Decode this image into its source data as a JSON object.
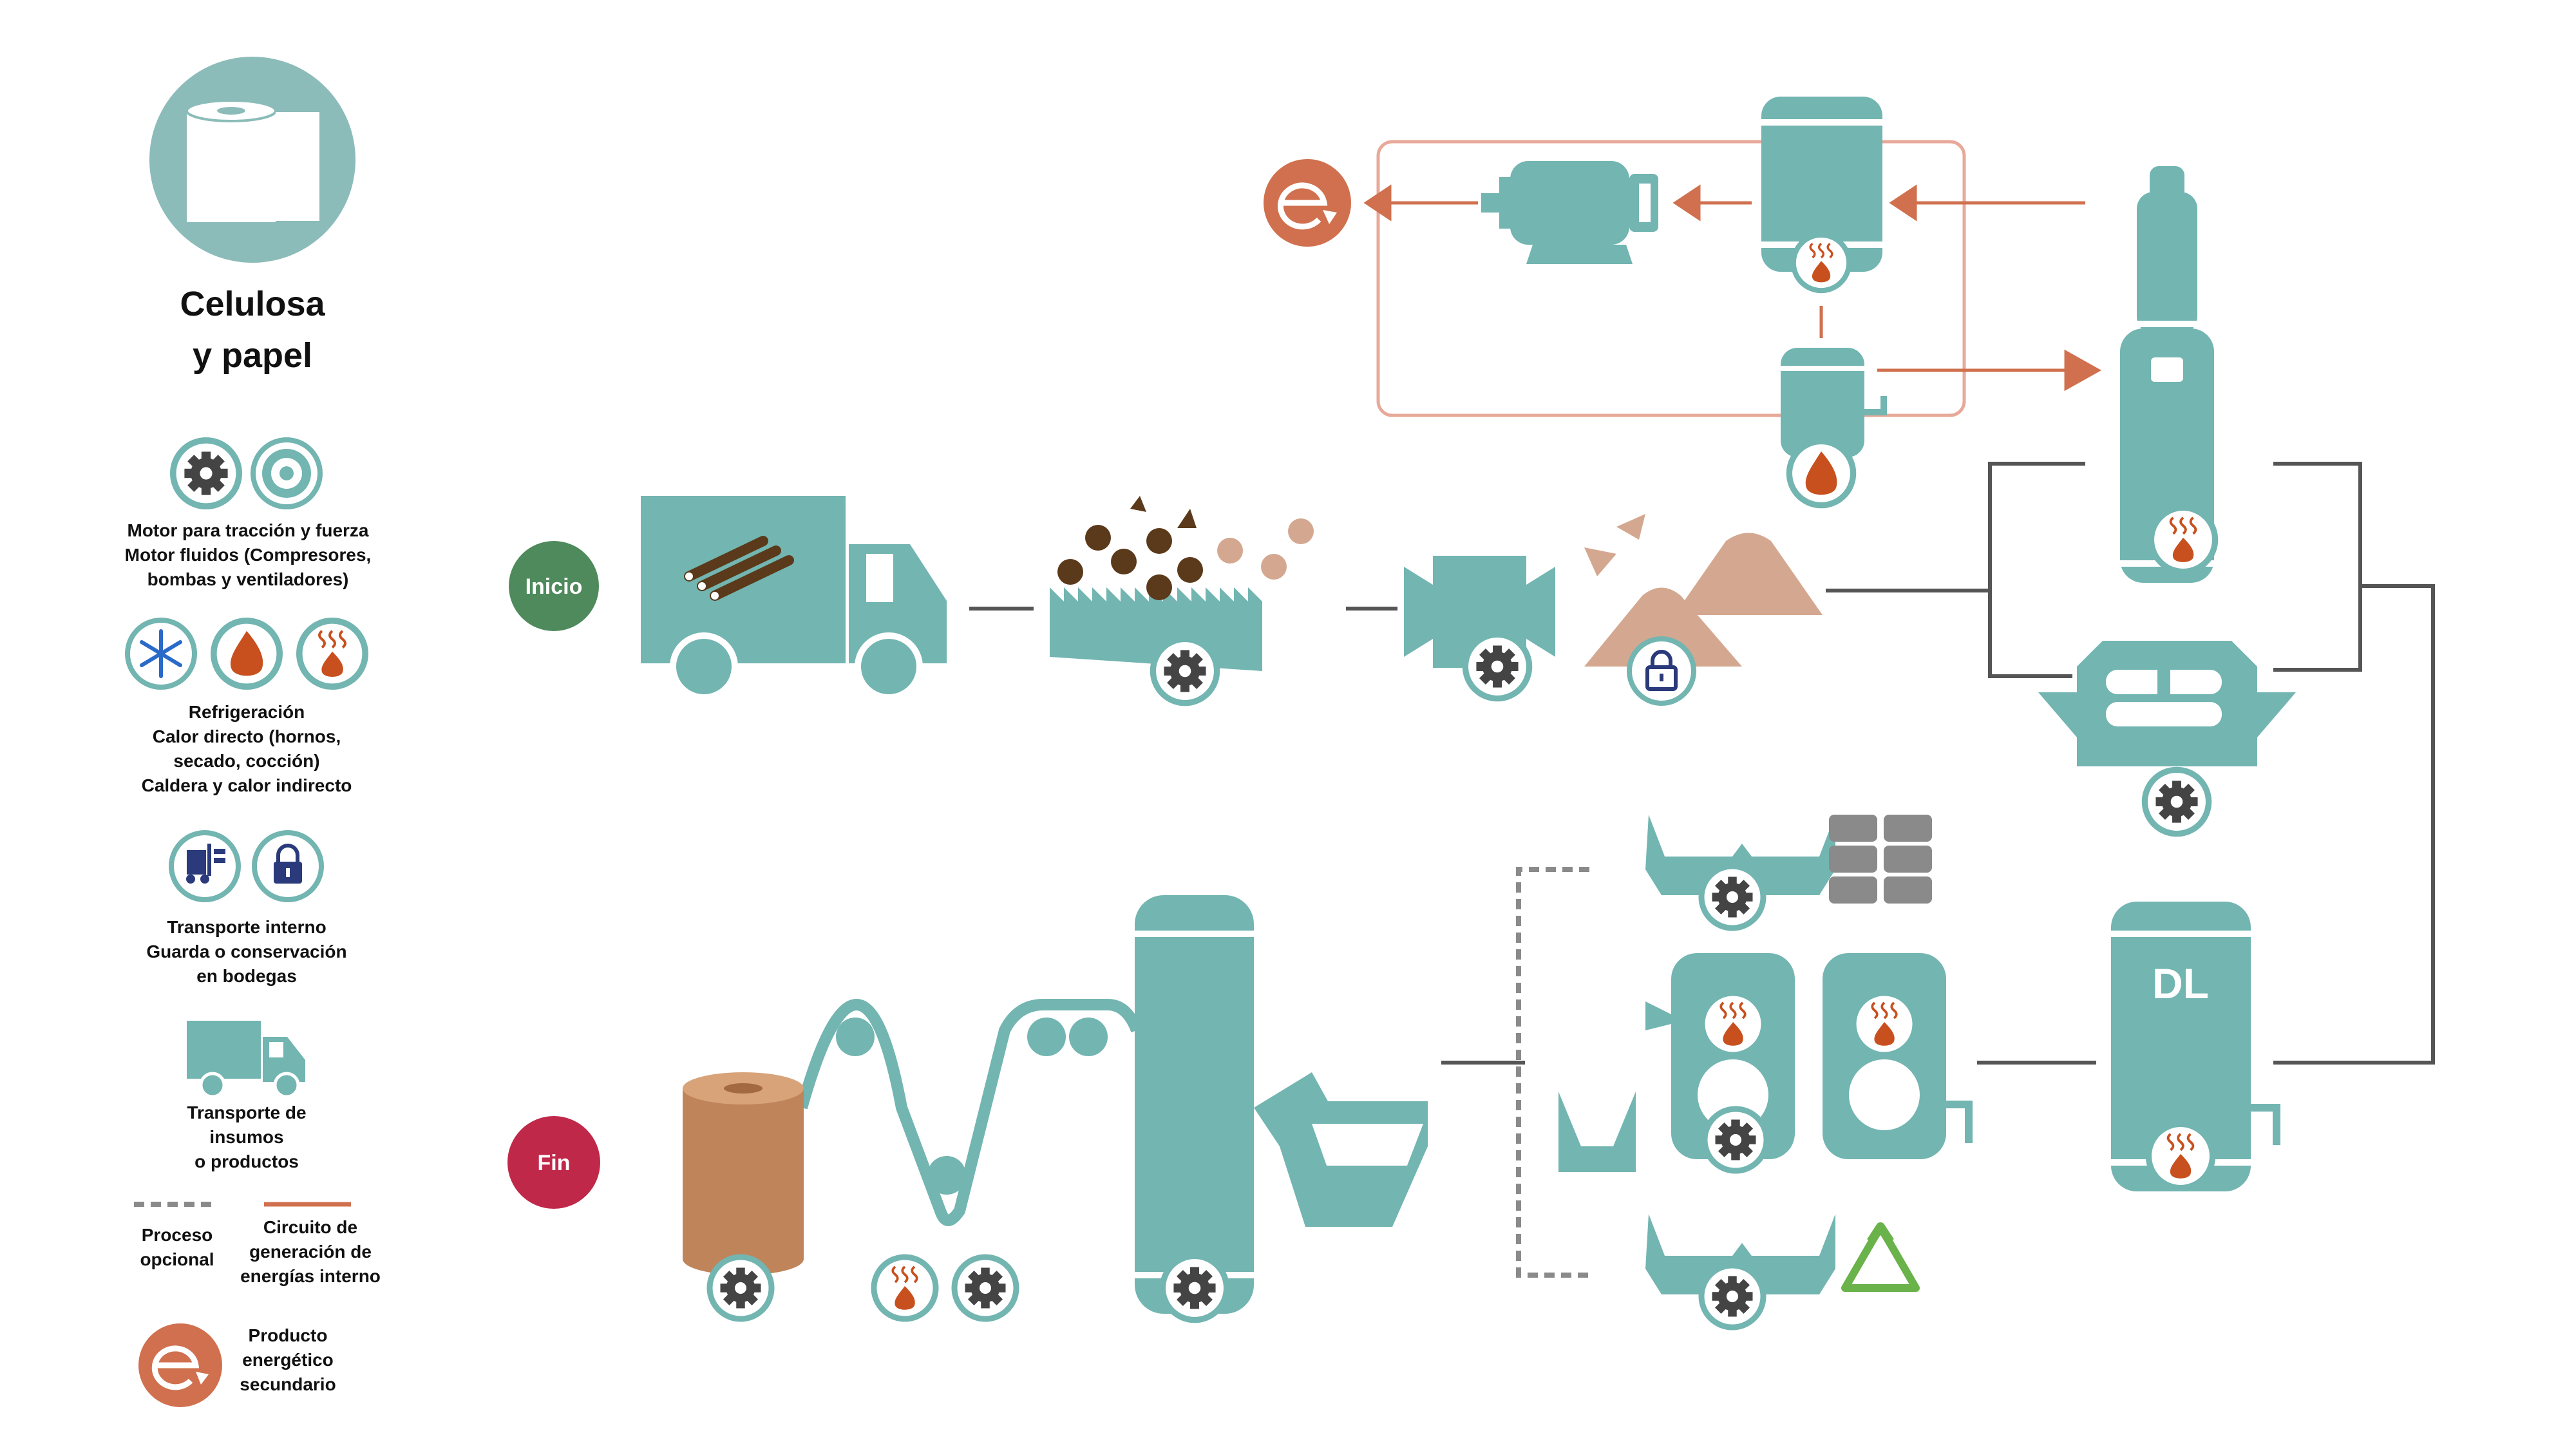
{
  "legend": {
    "title_line1": "Celulosa",
    "title_line2": "y papel",
    "group_motors": [
      "Motor para tracción y fuerza",
      "Motor fluidos (Compresores,",
      "bombas y ventiladores)"
    ],
    "group_heat": [
      "Refrigeración",
      "Calor directo (hornos,",
      "secado, cocción)",
      "Caldera y calor indirecto"
    ],
    "group_transport": [
      "Transporte interno",
      "Guarda o conservación",
      "en bodegas"
    ],
    "group_supplies": [
      "Transporte de",
      "insumos",
      "o productos"
    ],
    "optional_process": [
      "Proceso",
      "opcional"
    ],
    "internal_circuit": [
      "Circuito de",
      "generación de",
      "energías interno"
    ],
    "energy_product": [
      "Producto",
      "energético",
      "secundario"
    ]
  },
  "flow": {
    "start_label": "Inicio",
    "end_label": "Fin",
    "tank_label": "DL"
  },
  "colors": {
    "teal": "#72b5b1",
    "teal_light": "#8cbcb9",
    "brown": "#5a3a1a",
    "sand": "#d4a890",
    "orange": "#d0704e",
    "circuit": "#e8a99a",
    "flame": "#c8501e",
    "gray": "#8a8a8a",
    "dark_gray": "#555555",
    "green_start": "#4e8a5c",
    "red_end": "#c0284a",
    "paper_roll": "#c0845a",
    "recycle": "#6ab24a",
    "navy": "#2a3a7a",
    "snow": "#2a6ac8"
  },
  "icons": [
    "paper-roll-icon",
    "gear-icon",
    "fluid-motor-icon",
    "snowflake-icon",
    "flame-icon",
    "boiler-heat-icon",
    "forklift-icon",
    "lock-icon",
    "truck-icon",
    "energy-e-icon",
    "recycle-icon"
  ]
}
